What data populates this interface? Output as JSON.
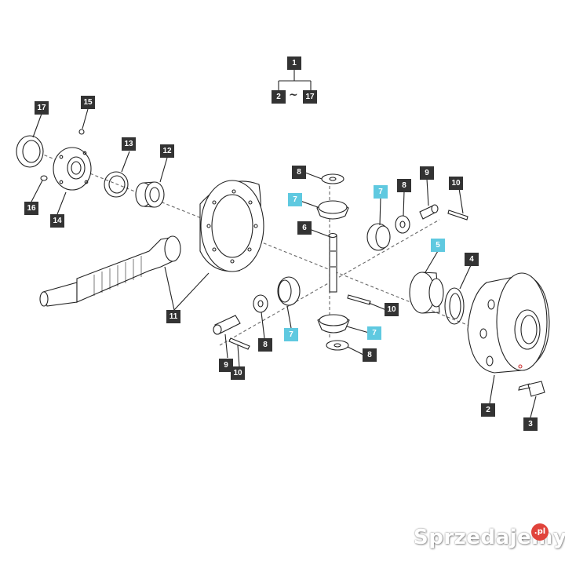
{
  "colors": {
    "callout_dark": "#333333",
    "callout_highlight": "#5fc9e0",
    "line": "#222222"
  },
  "header": {
    "top": "1",
    "range_start": "2",
    "range_sep": "~",
    "range_end": "17"
  },
  "callouts": {
    "c17": "17",
    "c15": "15",
    "c13": "13",
    "c12": "12",
    "c16": "16",
    "c14": "14",
    "c11": "11",
    "c8a": "8",
    "c7a": "7",
    "c6": "6",
    "c7b": "7",
    "c8b": "8",
    "c9a": "9",
    "c10a": "10",
    "c5": "5",
    "c4": "4",
    "c10b": "10",
    "c7c": "7",
    "c7d": "7",
    "c8c": "8",
    "c8d": "8",
    "c9b": "9",
    "c10c": "10",
    "c2": "2",
    "c3": "3"
  },
  "watermark": {
    "brand": "Sprzedajemy",
    "suffix": ".pl"
  }
}
